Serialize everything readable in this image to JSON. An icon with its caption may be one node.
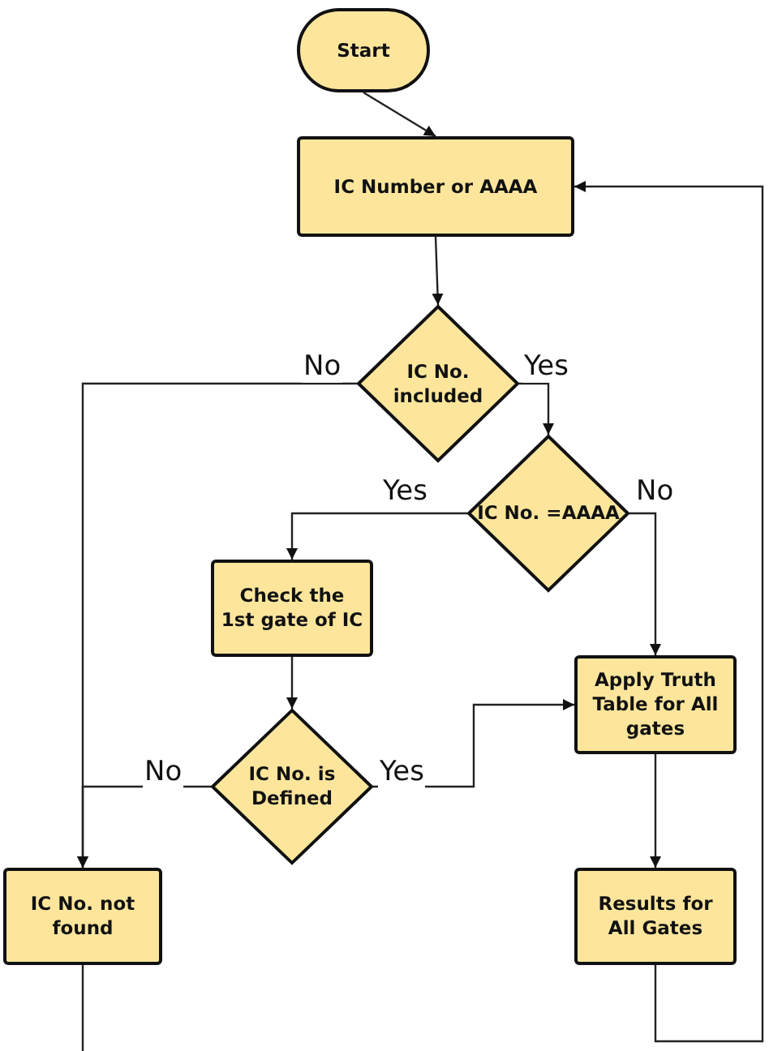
{
  "diagram": {
    "nodes": [
      {
        "text": [
          "Start"
        ]
      },
      {
        "text": [
          "IC Number or AAAA"
        ]
      },
      {
        "text": [
          "IC No. included"
        ]
      },
      {
        "text": [
          "IC No. =AAAA"
        ]
      },
      {
        "text": [
          "Check the 1st gate of IC"
        ]
      },
      {
        "text": [
          "IC No. is Defined"
        ]
      },
      {
        "text": [
          "Apply Truth Table for All gates"
        ]
      },
      {
        "text": [
          "IC No. not found"
        ]
      },
      {
        "text": [
          "Results for All Gates"
        ]
      }
    ],
    "edges": [
      {
        "from": 0,
        "to": 1,
        "arrow": "to"
      },
      {
        "from": 1,
        "to": 2,
        "arrow": "to"
      },
      {
        "from": 2,
        "to": 7,
        "arrow": "to",
        "label": "No"
      },
      {
        "from": 2,
        "to": 3,
        "arrow": "to",
        "label": "Yes"
      },
      {
        "from": 3,
        "to": 4,
        "arrow": "to",
        "label": "Yes"
      },
      {
        "from": 3,
        "to": 6,
        "arrow": "to",
        "label": "No"
      },
      {
        "from": 4,
        "to": 5,
        "arrow": "to"
      },
      {
        "from": 5,
        "to": 7,
        "arrow": "to",
        "label": "No"
      },
      {
        "from": 5,
        "to": 6,
        "arrow": "to",
        "label": "Yes"
      },
      {
        "from": 6,
        "to": 8,
        "arrow": "to"
      },
      {
        "from": 8,
        "to": 1,
        "arrow": "to"
      },
      {
        "from": 7,
        "to": null,
        "arrow": "none"
      }
    ]
  }
}
